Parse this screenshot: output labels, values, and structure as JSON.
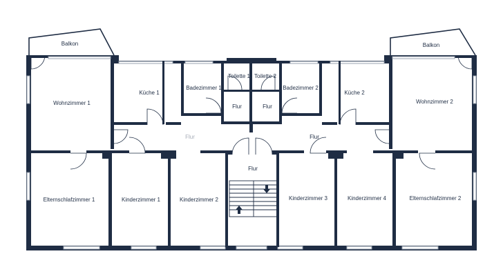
{
  "colors": {
    "wall": "#1f2d44",
    "window": "#9aa3b0",
    "background": "#ffffff",
    "text": "#1f2d44"
  },
  "rooms": {
    "balkon_left": "Balkon",
    "balkon_right": "Balkon",
    "wohnzimmer_1": "Wohnzimmer 1",
    "wohnzimmer_2": "Wohnzimmer 2",
    "kueche_1": "Küche 1",
    "kueche_2": "Küche 2",
    "badezimmer_1": "Badezimmer 1",
    "badezimmer_2": "Badezimmer 2",
    "toilette_1": "Toilette 1",
    "toilette_2": "Toilette 2",
    "flur_small_left": "Flur",
    "flur_small_right": "Flur",
    "flur_left": "Flur",
    "flur_right": "Flur",
    "flur_center": "Flur",
    "elternschlafzimmer_1": "Elternschlafzimmer 1",
    "elternschlafzimmer_2": "Elternschlafzimmer 2",
    "kinderzimmer_1": "Kinderzimmer 1",
    "kinderzimmer_2": "Kinderzimmer 2",
    "kinderzimmer_3": "Kinderzimmer 3",
    "kinderzimmer_4": "Kinderzimmer 4"
  },
  "icons": {
    "stair_up": "arrow-up-icon",
    "stair_down": "arrow-down-icon"
  }
}
